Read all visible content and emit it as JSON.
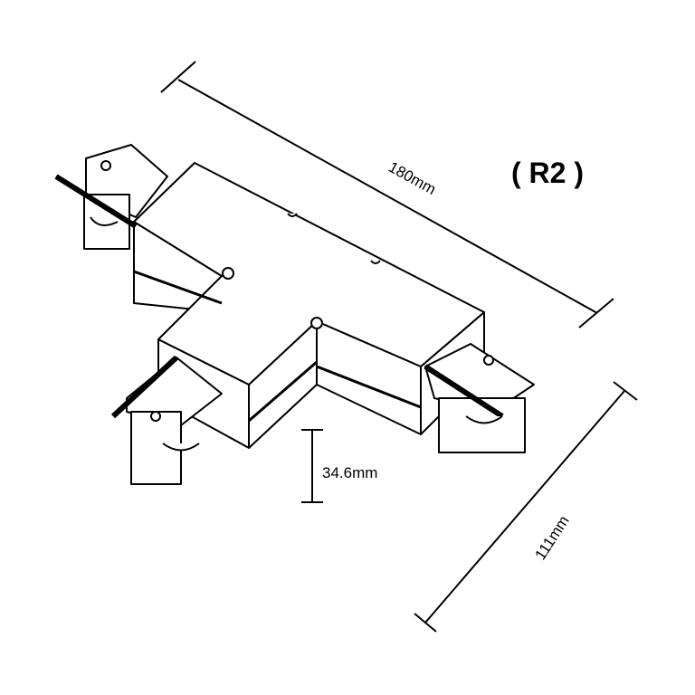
{
  "diagram": {
    "model_label": "( R2 )",
    "dimensions": {
      "length": "180mm",
      "width": "111mm",
      "height": "34.6mm"
    }
  }
}
